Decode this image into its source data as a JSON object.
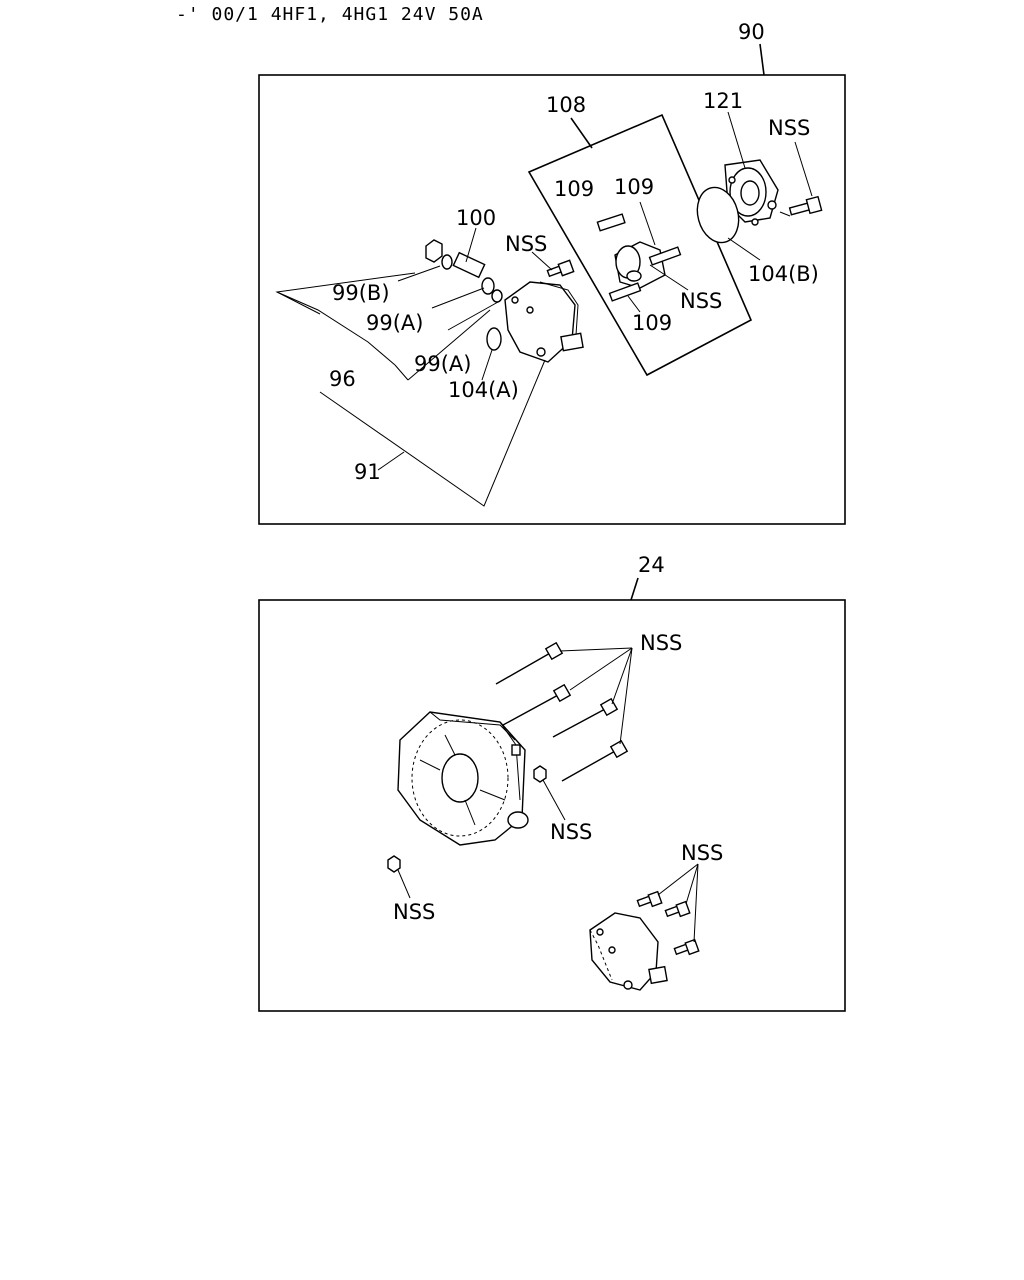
{
  "header": {
    "text": "-' 00/1 4HF1, 4HG1 24V 50A"
  },
  "panel_top": {
    "ref": "90",
    "labels": {
      "l108": "108",
      "l121": "121",
      "nss_top_right": "NSS",
      "l109_a": "109",
      "l109_b": "109",
      "l100": "100",
      "nss_mid": "NSS",
      "l99b": "99(B)",
      "l99a_1": "99(A)",
      "l99a_2": "99(A)",
      "l96": "96",
      "l104a": "104(A)",
      "l104b": "104(B)",
      "nss_brush": "NSS",
      "l109_c": "109",
      "l91": "91"
    }
  },
  "panel_bottom": {
    "ref": "24",
    "labels": {
      "nss_bolts": "NSS",
      "nss_nut": "NSS",
      "nss_washer": "NSS",
      "nss_screws": "NSS"
    }
  }
}
